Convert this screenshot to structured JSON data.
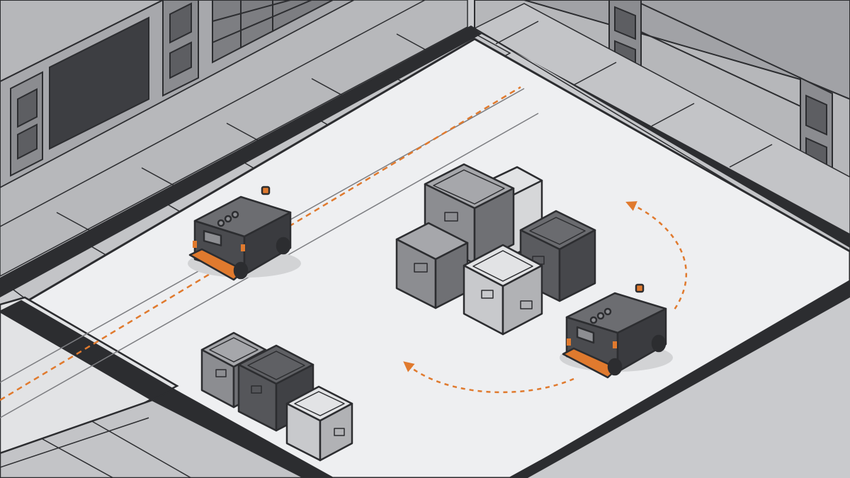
{
  "scene": {
    "description_free": true,
    "palette": {
      "floor": "#eeeff1",
      "surround": "#c9cacd",
      "wall_light": "#b9babd",
      "wall_mid": "#9a9b9f",
      "wall_dark": "#55575c",
      "outline": "#2c2d30",
      "accent_orange": "#e07a2e",
      "crate_dark": "#5e5f63",
      "crate_mid": "#8c8d91",
      "crate_light": "#c8c9cc",
      "robot_body": "#4a4b4f",
      "robot_top": "#6c6d71"
    },
    "robots": [
      {
        "id": "robot-left",
        "icon": "agv-robot-icon"
      },
      {
        "id": "robot-right",
        "icon": "agv-robot-icon"
      }
    ],
    "crates": [
      {
        "id": "crate-back-top",
        "shade": "mid"
      },
      {
        "id": "crate-back-light",
        "shade": "light"
      },
      {
        "id": "crate-left",
        "shade": "mid"
      },
      {
        "id": "crate-dark-right",
        "shade": "dark"
      },
      {
        "id": "crate-front-light",
        "shade": "light"
      },
      {
        "id": "crate-small-a",
        "shade": "mid"
      },
      {
        "id": "crate-small-b",
        "shade": "dark"
      },
      {
        "id": "crate-small-c",
        "shade": "light"
      }
    ],
    "paths": [
      {
        "id": "straight-path",
        "style": "dashed",
        "color": "accent_orange"
      },
      {
        "id": "circular-path",
        "style": "dashed-arrow",
        "color": "accent_orange"
      }
    ]
  }
}
